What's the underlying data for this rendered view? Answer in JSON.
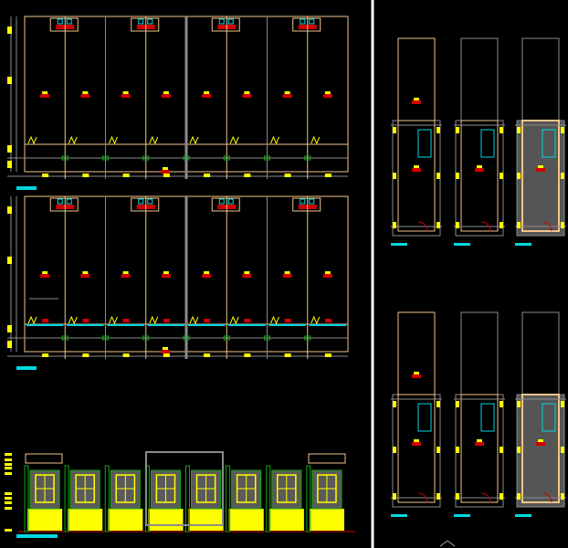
{
  "drawing": {
    "background": "#000000",
    "colors": {
      "wall": "#f2c48a",
      "grid": "#8a8a8a",
      "dim": "#ffff00",
      "tag": "#d00000",
      "stair": "#00d8e0",
      "green": "#11a811",
      "hatch": "#5a5a5a",
      "divider": "#ffffff"
    },
    "top_plan": {
      "bays": 8
    },
    "second_plan": {
      "bays": 8
    },
    "elevation": {
      "bays": 8
    },
    "unit_sets": [
      {
        "columns": 3
      },
      {
        "columns": 3
      }
    ]
  }
}
